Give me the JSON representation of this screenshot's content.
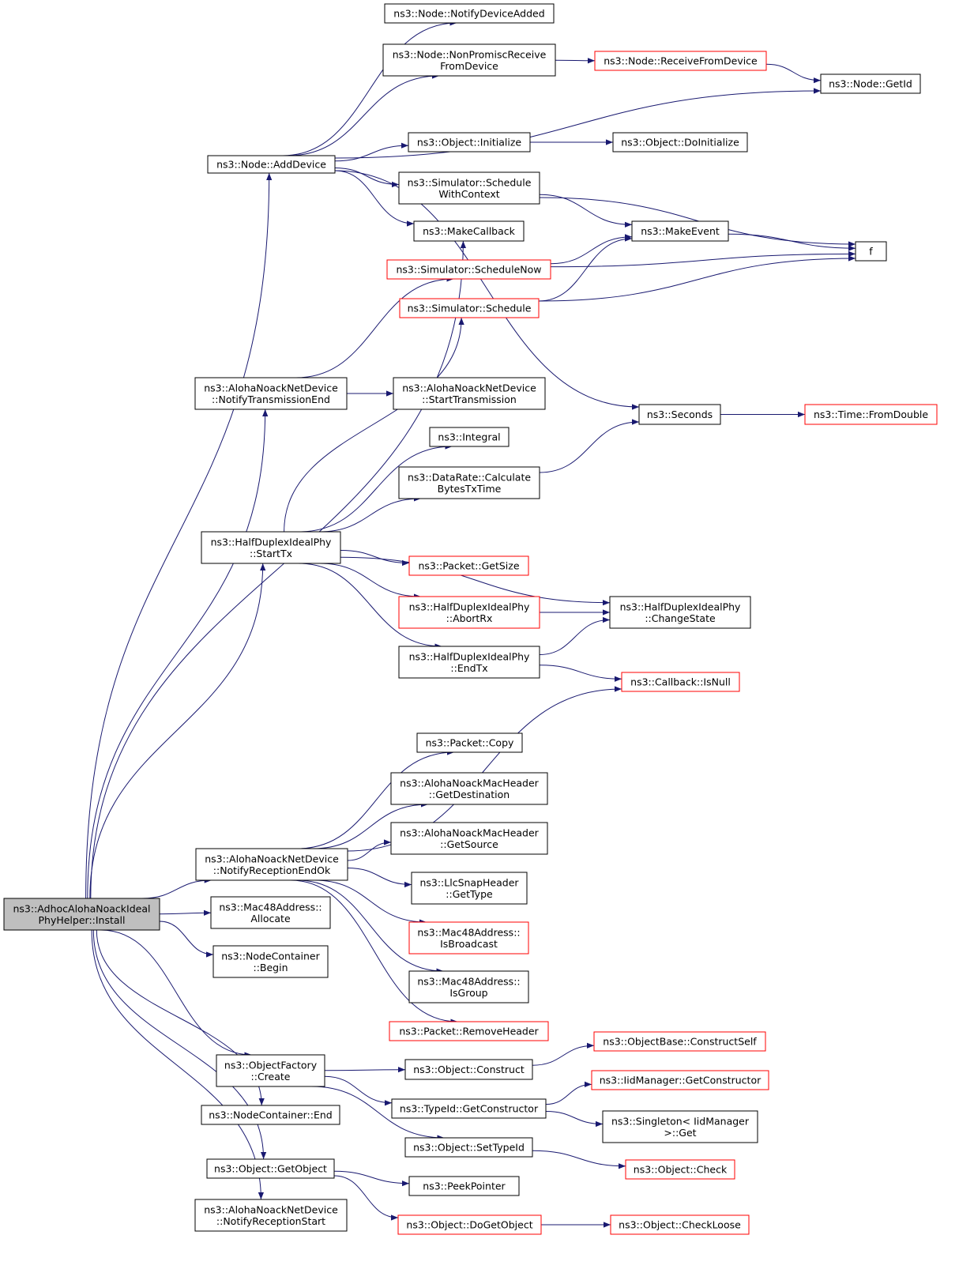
{
  "colors": {
    "edge": "#191970",
    "node_border_normal": "#000000",
    "node_border_truncated": "#ff0000",
    "root_fill": "#bfbfbf",
    "node_fill": "#ffffff"
  },
  "nodes": [
    {
      "id": "root",
      "lines": [
        "ns3::AdhocAlohaNoackIdeal",
        "PhyHelper::Install"
      ],
      "style": "root"
    },
    {
      "id": "addDevice",
      "lines": [
        "ns3::Node::AddDevice"
      ],
      "style": "normal"
    },
    {
      "id": "notifyDeviceAdded",
      "lines": [
        "ns3::Node::NotifyDeviceAdded"
      ],
      "style": "normal"
    },
    {
      "id": "nonPromisc",
      "lines": [
        "ns3::Node::NonPromiscReceive",
        "FromDevice"
      ],
      "style": "normal"
    },
    {
      "id": "receiveFromDevice",
      "lines": [
        "ns3::Node::ReceiveFromDevice"
      ],
      "style": "red"
    },
    {
      "id": "getId",
      "lines": [
        "ns3::Node::GetId"
      ],
      "style": "normal"
    },
    {
      "id": "initialize",
      "lines": [
        "ns3::Object::Initialize"
      ],
      "style": "normal"
    },
    {
      "id": "doInitialize",
      "lines": [
        "ns3::Object::DoInitialize"
      ],
      "style": "normal"
    },
    {
      "id": "scheduleWithContext",
      "lines": [
        "ns3::Simulator::Schedule",
        "WithContext"
      ],
      "style": "normal"
    },
    {
      "id": "makeCallback",
      "lines": [
        "ns3::MakeCallback"
      ],
      "style": "normal"
    },
    {
      "id": "makeEvent",
      "lines": [
        "ns3::MakeEvent"
      ],
      "style": "normal"
    },
    {
      "id": "f",
      "lines": [
        "f"
      ],
      "style": "normal"
    },
    {
      "id": "scheduleNow",
      "lines": [
        "ns3::Simulator::ScheduleNow"
      ],
      "style": "red"
    },
    {
      "id": "schedule",
      "lines": [
        "ns3::Simulator::Schedule"
      ],
      "style": "red"
    },
    {
      "id": "notifyTxEnd",
      "lines": [
        "ns3::AlohaNoackNetDevice",
        "::NotifyTransmissionEnd"
      ],
      "style": "normal"
    },
    {
      "id": "startTransmission",
      "lines": [
        "ns3::AlohaNoackNetDevice",
        "::StartTransmission"
      ],
      "style": "normal"
    },
    {
      "id": "seconds",
      "lines": [
        "ns3::Seconds"
      ],
      "style": "normal"
    },
    {
      "id": "fromDouble",
      "lines": [
        "ns3::Time::FromDouble"
      ],
      "style": "red"
    },
    {
      "id": "integral",
      "lines": [
        "ns3::Integral"
      ],
      "style": "normal"
    },
    {
      "id": "calcBytes",
      "lines": [
        "ns3::DataRate::Calculate",
        "BytesTxTime"
      ],
      "style": "normal"
    },
    {
      "id": "startTx",
      "lines": [
        "ns3::HalfDuplexIdealPhy",
        "::StartTx"
      ],
      "style": "normal"
    },
    {
      "id": "getSize",
      "lines": [
        "ns3::Packet::GetSize"
      ],
      "style": "red"
    },
    {
      "id": "abortRx",
      "lines": [
        "ns3::HalfDuplexIdealPhy",
        "::AbortRx"
      ],
      "style": "red"
    },
    {
      "id": "changeState",
      "lines": [
        "ns3::HalfDuplexIdealPhy",
        "::ChangeState"
      ],
      "style": "normal"
    },
    {
      "id": "endTx",
      "lines": [
        "ns3::HalfDuplexIdealPhy",
        "::EndTx"
      ],
      "style": "normal"
    },
    {
      "id": "isNull",
      "lines": [
        "ns3::Callback::IsNull"
      ],
      "style": "red"
    },
    {
      "id": "copy",
      "lines": [
        "ns3::Packet::Copy"
      ],
      "style": "normal"
    },
    {
      "id": "getDestination",
      "lines": [
        "ns3::AlohaNoackMacHeader",
        "::GetDestination"
      ],
      "style": "normal"
    },
    {
      "id": "getSource",
      "lines": [
        "ns3::AlohaNoackMacHeader",
        "::GetSource"
      ],
      "style": "normal"
    },
    {
      "id": "notifyRxEndOk",
      "lines": [
        "ns3::AlohaNoackNetDevice",
        "::NotifyReceptionEndOk"
      ],
      "style": "normal"
    },
    {
      "id": "llcGetType",
      "lines": [
        "ns3::LlcSnapHeader",
        "::GetType"
      ],
      "style": "normal"
    },
    {
      "id": "isBroadcast",
      "lines": [
        "ns3::Mac48Address::",
        "IsBroadcast"
      ],
      "style": "red"
    },
    {
      "id": "allocate",
      "lines": [
        "ns3::Mac48Address::",
        "Allocate"
      ],
      "style": "normal"
    },
    {
      "id": "begin",
      "lines": [
        "ns3::NodeContainer",
        "::Begin"
      ],
      "style": "normal"
    },
    {
      "id": "isGroup",
      "lines": [
        "ns3::Mac48Address::",
        "IsGroup"
      ],
      "style": "normal"
    },
    {
      "id": "removeHeader",
      "lines": [
        "ns3::Packet::RemoveHeader"
      ],
      "style": "red"
    },
    {
      "id": "constructSelf",
      "lines": [
        "ns3::ObjectBase::ConstructSelf"
      ],
      "style": "red"
    },
    {
      "id": "factoryCreate",
      "lines": [
        "ns3::ObjectFactory",
        "::Create"
      ],
      "style": "normal"
    },
    {
      "id": "construct",
      "lines": [
        "ns3::Object::Construct"
      ],
      "style": "normal"
    },
    {
      "id": "iidGetConstructor",
      "lines": [
        "ns3::IidManager::GetConstructor"
      ],
      "style": "red"
    },
    {
      "id": "typeIdGetConstructor",
      "lines": [
        "ns3::TypeId::GetConstructor"
      ],
      "style": "normal"
    },
    {
      "id": "singletonGet",
      "lines": [
        "ns3::Singleton< IidManager",
        ">::Get"
      ],
      "style": "normal"
    },
    {
      "id": "end",
      "lines": [
        "ns3::NodeContainer::End"
      ],
      "style": "normal"
    },
    {
      "id": "setTypeId",
      "lines": [
        "ns3::Object::SetTypeId"
      ],
      "style": "normal"
    },
    {
      "id": "check",
      "lines": [
        "ns3::Object::Check"
      ],
      "style": "red"
    },
    {
      "id": "getObject",
      "lines": [
        "ns3::Object::GetObject"
      ],
      "style": "normal"
    },
    {
      "id": "peekPointer",
      "lines": [
        "ns3::PeekPointer"
      ],
      "style": "normal"
    },
    {
      "id": "notifyRxStart",
      "lines": [
        "ns3::AlohaNoackNetDevice",
        "::NotifyReceptionStart"
      ],
      "style": "normal"
    },
    {
      "id": "doGetObject",
      "lines": [
        "ns3::Object::DoGetObject"
      ],
      "style": "red"
    },
    {
      "id": "checkLoose",
      "lines": [
        "ns3::Object::CheckLoose"
      ],
      "style": "red"
    }
  ],
  "edges": [
    [
      "root",
      "addDevice"
    ],
    [
      "root",
      "makeCallback"
    ],
    [
      "root",
      "notifyTxEnd"
    ],
    [
      "root",
      "startTx"
    ],
    [
      "root",
      "notifyRxEndOk"
    ],
    [
      "root",
      "allocate"
    ],
    [
      "root",
      "begin"
    ],
    [
      "root",
      "factoryCreate"
    ],
    [
      "root",
      "end"
    ],
    [
      "root",
      "getObject"
    ],
    [
      "root",
      "notifyRxStart"
    ],
    [
      "addDevice",
      "notifyDeviceAdded"
    ],
    [
      "addDevice",
      "nonPromisc"
    ],
    [
      "addDevice",
      "getId"
    ],
    [
      "addDevice",
      "initialize"
    ],
    [
      "addDevice",
      "scheduleWithContext"
    ],
    [
      "addDevice",
      "makeCallback"
    ],
    [
      "addDevice",
      "seconds"
    ],
    [
      "nonPromisc",
      "receiveFromDevice"
    ],
    [
      "receiveFromDevice",
      "getId"
    ],
    [
      "initialize",
      "doInitialize"
    ],
    [
      "scheduleWithContext",
      "makeEvent"
    ],
    [
      "scheduleWithContext",
      "f"
    ],
    [
      "makeEvent",
      "f"
    ],
    [
      "scheduleNow",
      "makeEvent"
    ],
    [
      "scheduleNow",
      "f"
    ],
    [
      "schedule",
      "makeEvent"
    ],
    [
      "schedule",
      "f"
    ],
    [
      "notifyTxEnd",
      "scheduleNow"
    ],
    [
      "notifyTxEnd",
      "startTransmission"
    ],
    [
      "seconds",
      "fromDouble"
    ],
    [
      "calcBytes",
      "seconds"
    ],
    [
      "startTx",
      "schedule"
    ],
    [
      "startTx",
      "integral"
    ],
    [
      "startTx",
      "calcBytes"
    ],
    [
      "startTx",
      "changeState"
    ],
    [
      "startTx",
      "getSize"
    ],
    [
      "startTx",
      "abortRx"
    ],
    [
      "startTx",
      "endTx"
    ],
    [
      "abortRx",
      "changeState"
    ],
    [
      "endTx",
      "changeState"
    ],
    [
      "endTx",
      "isNull"
    ],
    [
      "notifyRxEndOk",
      "isNull"
    ],
    [
      "notifyRxEndOk",
      "copy"
    ],
    [
      "notifyRxEndOk",
      "getDestination"
    ],
    [
      "notifyRxEndOk",
      "getSource"
    ],
    [
      "notifyRxEndOk",
      "llcGetType"
    ],
    [
      "notifyRxEndOk",
      "isBroadcast"
    ],
    [
      "notifyRxEndOk",
      "isGroup"
    ],
    [
      "notifyRxEndOk",
      "removeHeader"
    ],
    [
      "factoryCreate",
      "construct"
    ],
    [
      "factoryCreate",
      "typeIdGetConstructor"
    ],
    [
      "factoryCreate",
      "setTypeId"
    ],
    [
      "construct",
      "constructSelf"
    ],
    [
      "typeIdGetConstructor",
      "iidGetConstructor"
    ],
    [
      "typeIdGetConstructor",
      "singletonGet"
    ],
    [
      "setTypeId",
      "check"
    ],
    [
      "getObject",
      "peekPointer"
    ],
    [
      "getObject",
      "doGetObject"
    ],
    [
      "doGetObject",
      "checkLoose"
    ]
  ]
}
